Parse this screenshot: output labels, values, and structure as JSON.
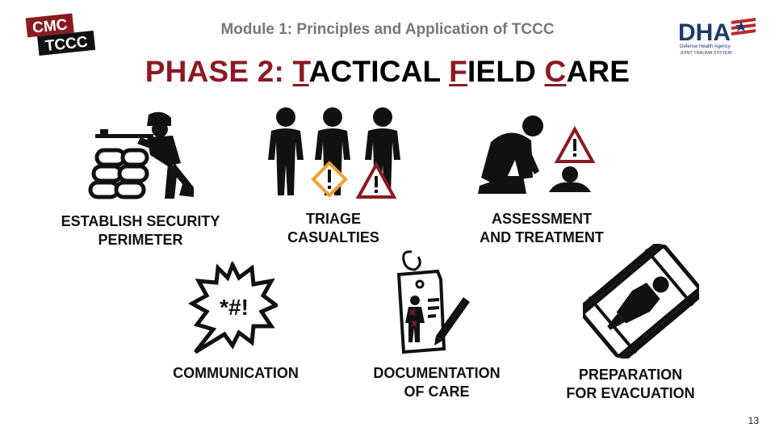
{
  "header": {
    "logo_left": [
      "CMC",
      "TCCC"
    ],
    "module_title": "Module 1: Principles and Application of TCCC",
    "logo_right": {
      "letters": "DHA",
      "line1": "Defense Health Agency",
      "line2": "JOINT TRAUMA SYSTEM"
    }
  },
  "title": {
    "prefix": "PHASE 2: ",
    "word1_first": "T",
    "word1_rest": "ACTICAL ",
    "word2_first": "F",
    "word2_rest": "IELD ",
    "word3_first": "C",
    "word3_rest": "ARE"
  },
  "items": [
    {
      "icon": "soldier-sandbag-icon",
      "lines": [
        "ESTABLISH SECURITY",
        "PERIMETER"
      ]
    },
    {
      "icon": "triage-people-icon",
      "lines": [
        "TRIAGE",
        "CASUALTIES"
      ]
    },
    {
      "icon": "kneeling-medic-icon",
      "lines": [
        "ASSESSMENT",
        "AND TREATMENT"
      ]
    },
    {
      "icon": "speech-burst-icon",
      "burst_text": "*#!",
      "lines": [
        "COMMUNICATION"
      ]
    },
    {
      "icon": "casualty-tag-icon",
      "lines": [
        "DOCUMENTATION",
        "OF CARE"
      ]
    },
    {
      "icon": "stretcher-icon",
      "lines": [
        "PREPARATION",
        "FOR EVACUATION"
      ]
    }
  ],
  "colors": {
    "title_red": "#8b1a22",
    "warning_orange": "#f0a030",
    "dha_blue": "#1e3a6b"
  },
  "page_number": "13"
}
